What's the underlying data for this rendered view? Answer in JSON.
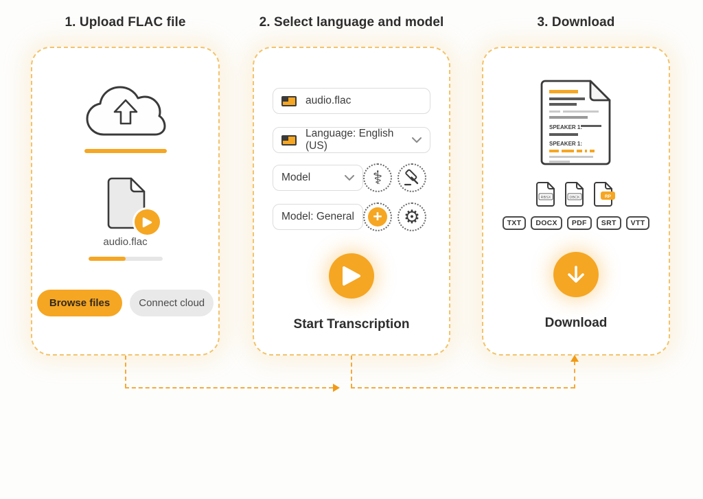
{
  "colors": {
    "accent": "#F5A623",
    "card_border": "#F2C36B",
    "outline_dark": "#3a3a3a"
  },
  "titles": {
    "step1": "1. Upload FLAC file",
    "step2": "2. Select language and model",
    "step3": "3. Download"
  },
  "upload": {
    "file_name": "audio.flac",
    "progress_percent": 50,
    "browse_label": "Browse files",
    "connect_label": "Connect cloud"
  },
  "settings": {
    "file_value": "audio.flac",
    "language_value": "Language: English (US)",
    "model_dropdown": "Model",
    "model_value": "Model: General",
    "start_label": "Start Transcription"
  },
  "download": {
    "speaker_line_1": "SPEAKER 1:",
    "speaker_line_2": "SPEAKER 1:",
    "file_icon_labels": [
      "RBSX",
      "DBCK",
      "RP"
    ],
    "format_badges": [
      "TXT",
      "DOCX",
      "PDF",
      "SRT",
      "VTT"
    ],
    "download_label": "Download"
  },
  "icons": {
    "caduceus": "⚕",
    "gear": "⚙"
  }
}
